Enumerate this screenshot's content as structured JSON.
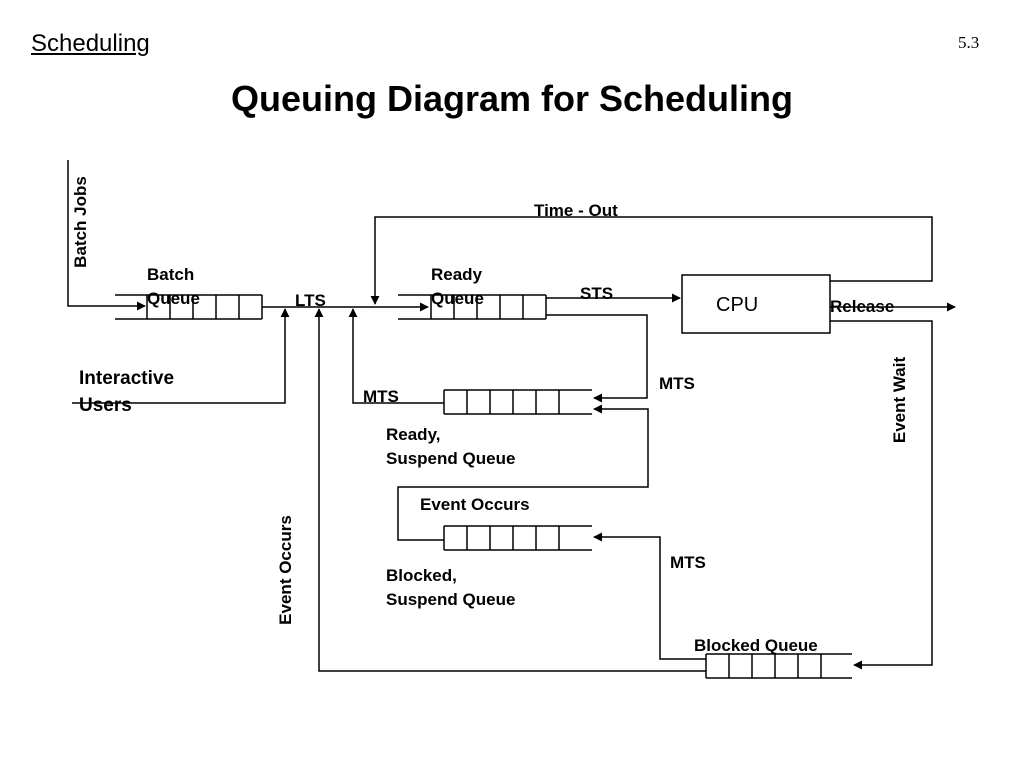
{
  "header": {
    "section": "Scheduling",
    "slide_number": "5.3"
  },
  "title": "Queuing Diagram for Scheduling",
  "labels": {
    "batch_jobs": "Batch Jobs",
    "batch_queue_1": "Batch",
    "batch_queue_2": "Queue",
    "lts": "LTS",
    "ready_queue_1": "Ready",
    "ready_queue_2": "Queue",
    "time_out": "Time - Out",
    "sts": "STS",
    "cpu": "CPU",
    "release": "Release",
    "interactive_users_1": "Interactive",
    "interactive_users_2": "Users",
    "mts_left": "MTS",
    "mts_right": "MTS",
    "ready_suspend_1": "Ready,",
    "ready_suspend_2": "Suspend Queue",
    "event_occurs_top": "Event Occurs",
    "event_wait": "Event Wait",
    "event_occurs_left": "Event Occurs",
    "blocked_suspend_1": "Blocked,",
    "blocked_suspend_2": "Suspend Queue",
    "mts_bottom": "MTS",
    "blocked_queue": "Blocked Queue"
  }
}
